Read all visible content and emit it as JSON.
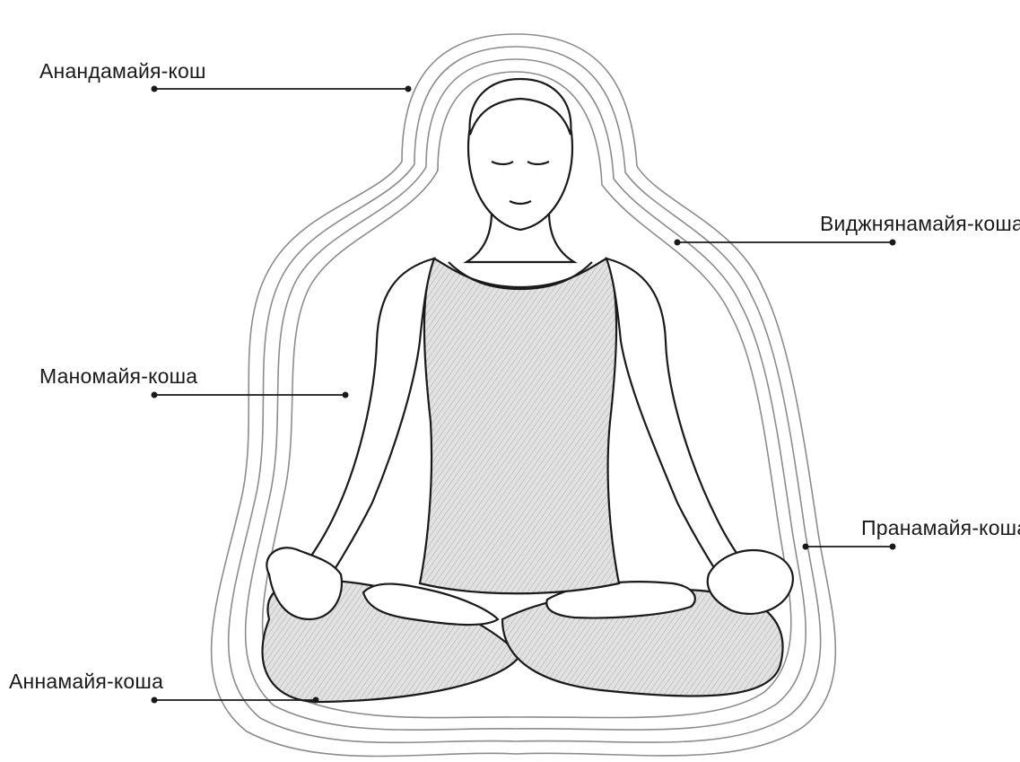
{
  "labels": {
    "anandamaya": "Анандамайя-кош",
    "vijnanamaya": "Виджнянамайя-коша",
    "manomaya": "Маномайя-коша",
    "pranamaya": "Пранамайя-коша",
    "annamaya": "Аннамайя-коша"
  },
  "colors": {
    "ink": "#1a1a1a",
    "aura": "#9a9a9a",
    "fabric": "#d9d9d9"
  }
}
